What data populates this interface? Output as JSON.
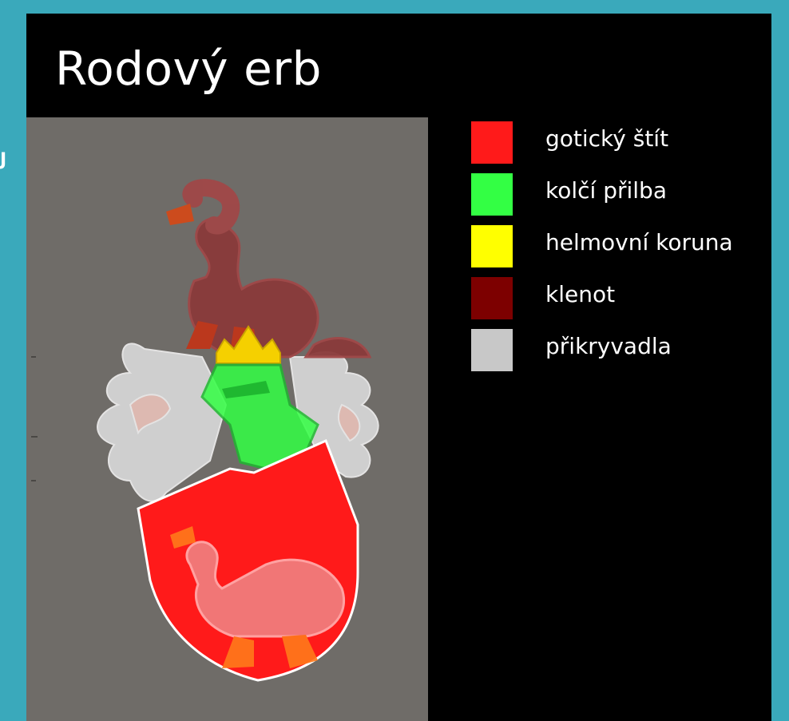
{
  "title": "Rodový erb",
  "edge_glyph": "J",
  "legend": [
    {
      "label": "gotický štít",
      "color": "#ff1a1a"
    },
    {
      "label": "kolčí přilba",
      "color": "#33ff44"
    },
    {
      "label": "helmovní koruna",
      "color": "#ffff00"
    },
    {
      "label": "klenot",
      "color": "#7d0000"
    },
    {
      "label": "přikryvadla",
      "color": "#c8c8c8"
    }
  ],
  "figure": {
    "background_color": "#6f6c68",
    "shield_color": "#ff1a1a",
    "helmet_color": "#33ff44",
    "crown_color": "#f5d000",
    "crest_color": "#8a3a3a",
    "mantling_color": "#d8d8d8",
    "swan_color": "#f08080",
    "beak_color": "#ff7a1a"
  }
}
